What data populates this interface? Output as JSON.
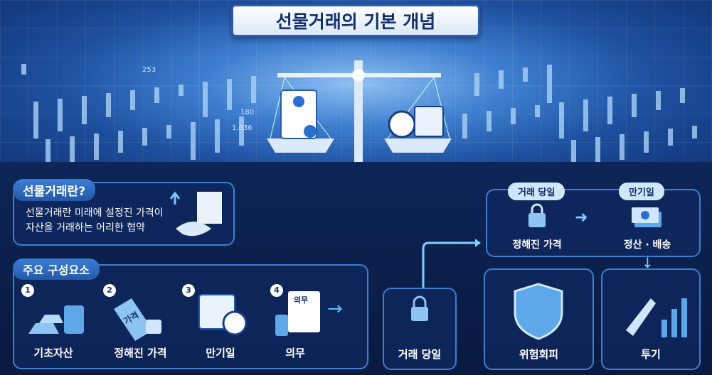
{
  "title": "선물거래의 기본 개념",
  "background_numbers": [
    "253",
    "180",
    "1,636"
  ],
  "definition": {
    "heading": "선물거래란?",
    "body_lines": [
      "선물거래란 미래에 설정진 가격이",
      "자산을 거래하는 어리한 협약"
    ]
  },
  "components": {
    "heading": "주요 구성요소",
    "items": [
      {
        "number": "1",
        "label": "기초자산"
      },
      {
        "number": "2",
        "label": "정해진 가격",
        "tag": "가격"
      },
      {
        "number": "3",
        "label": "만기일"
      },
      {
        "number": "4",
        "label": "의무",
        "doc": "의무"
      }
    ]
  },
  "trade_day": {
    "label": "거래 당일"
  },
  "timeline": {
    "start_tag": "거래 당일",
    "start_label": "정해진 가격",
    "end_tag": "만기일",
    "end_label": "정산 · 배송"
  },
  "outcomes": [
    {
      "label": "위험회피"
    },
    {
      "label": "투기"
    }
  ],
  "colors": {
    "accent": "#3d7fd0",
    "navy": "#0b1f4d",
    "title_text": "#12306e"
  }
}
